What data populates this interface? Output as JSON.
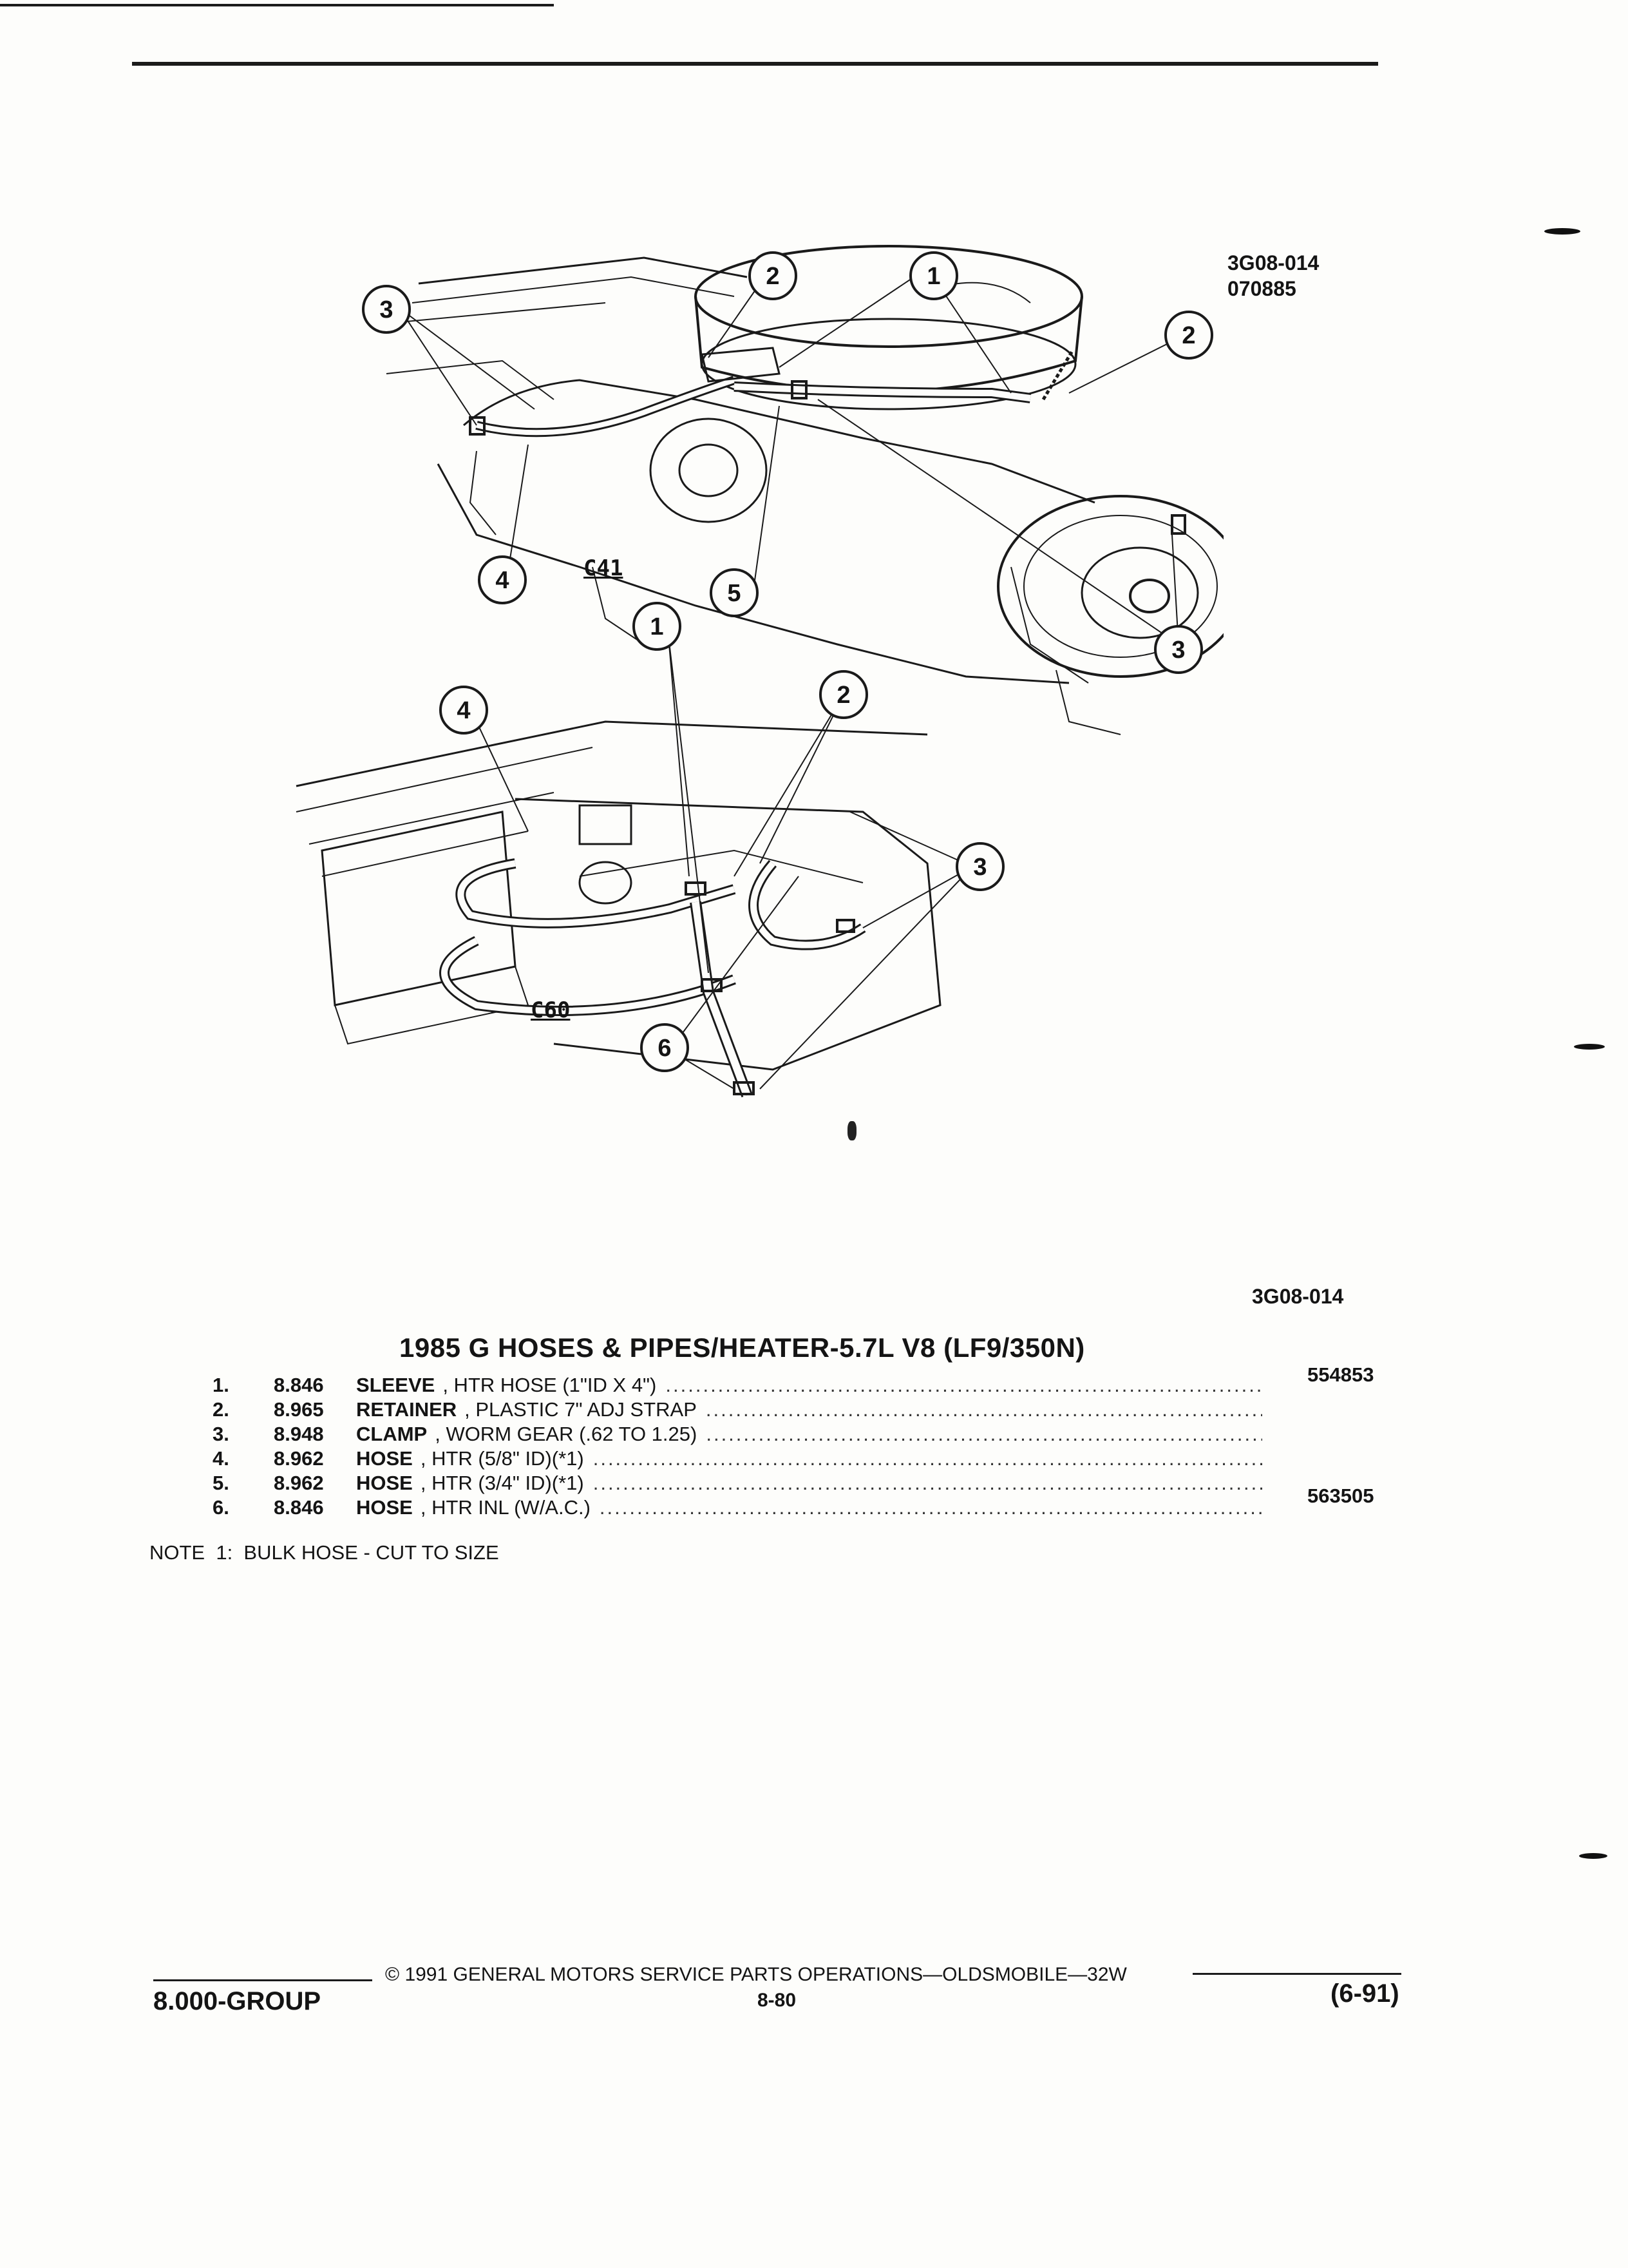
{
  "figure": {
    "code": "3G08-014",
    "date_code": "070885",
    "bottom_code": "3G08-014",
    "labels": {
      "top": "C41",
      "bottom": "C60"
    },
    "callouts_top": [
      "1",
      "2",
      "2",
      "3",
      "3",
      "4",
      "5"
    ],
    "callouts_bottom": [
      "1",
      "2",
      "3",
      "4",
      "6"
    ]
  },
  "parts": {
    "title": "1985 G HOSES & PIPES/HEATER-5.7L V8 (LF9/350N)",
    "items": [
      {
        "num": "1.",
        "code": "8.846",
        "name": "SLEEVE",
        "desc": ", HTR HOSE (1\"ID X 4\")",
        "ref": "554853"
      },
      {
        "num": "2.",
        "code": "8.965",
        "name": "RETAINER",
        "desc": ", PLASTIC 7\" ADJ STRAP",
        "ref": ""
      },
      {
        "num": "3.",
        "code": "8.948",
        "name": "CLAMP",
        "desc": ", WORM GEAR (.62 TO 1.25)",
        "ref": ""
      },
      {
        "num": "4.",
        "code": "8.962",
        "name": "HOSE",
        "desc": ", HTR (5/8\" ID)(*1)",
        "ref": ""
      },
      {
        "num": "5.",
        "code": "8.962",
        "name": "HOSE",
        "desc": ", HTR (3/4\" ID)(*1)",
        "ref": ""
      },
      {
        "num": "6.",
        "code": "8.846",
        "name": "HOSE",
        "desc": ", HTR INL (W/A.C.)",
        "ref": "563505"
      }
    ],
    "note": "NOTE  1:  BULK HOSE - CUT TO SIZE"
  },
  "footer": {
    "group": "8.000-GROUP",
    "copyright": "© 1991  GENERAL MOTORS SERVICE PARTS OPERATIONS—OLDSMOBILE—32W",
    "page": "8-80",
    "revision": "(6-91)"
  }
}
